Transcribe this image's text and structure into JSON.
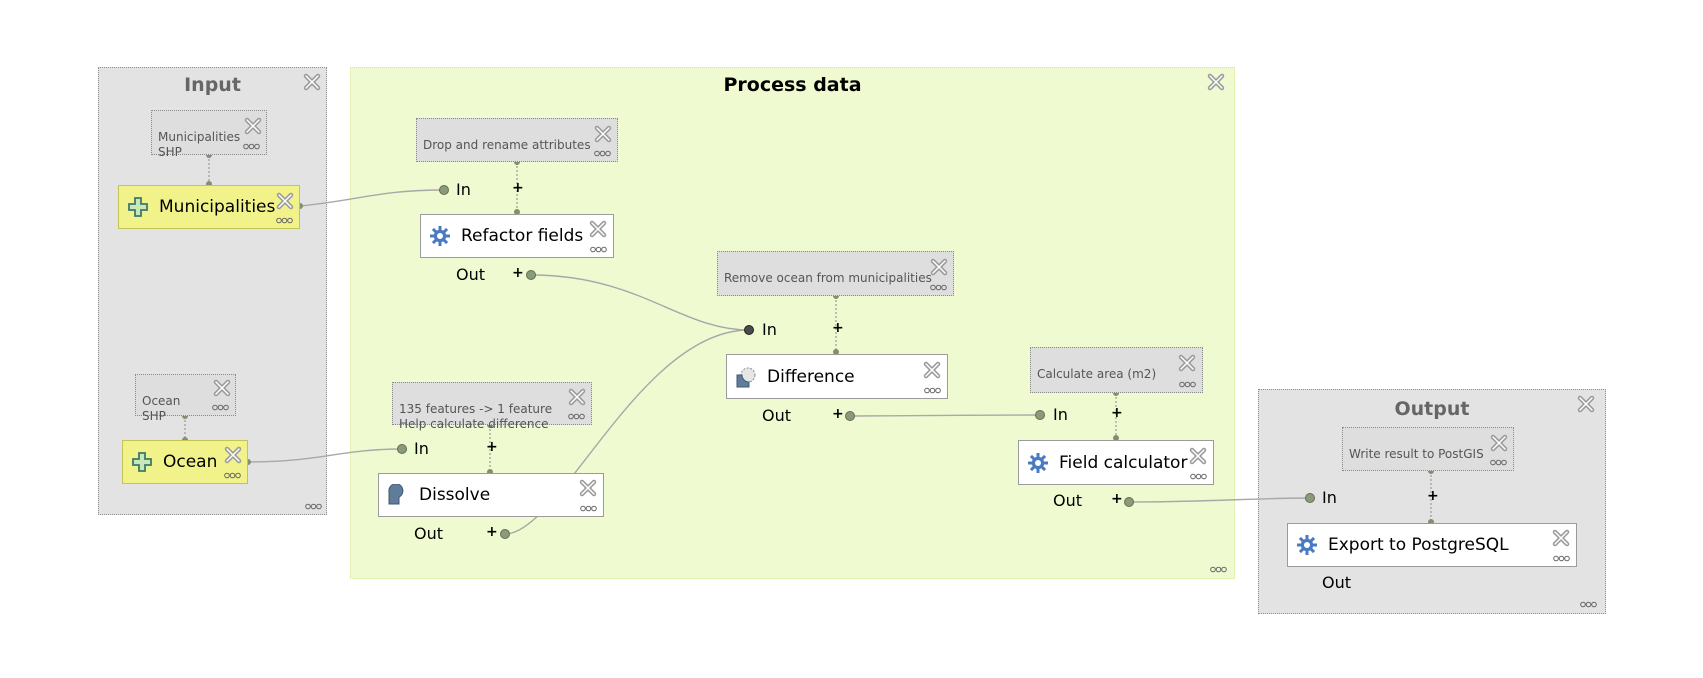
{
  "groups": {
    "input": "Input",
    "process": "Process data",
    "output": "Output"
  },
  "comments": {
    "municipalities": "Municipalities\nSHP",
    "ocean": "Ocean\nSHP",
    "drop_rename": "Drop and rename attributes",
    "dissolve_note": "135 features -> 1 feature\nHelp calculate difference",
    "remove_ocean": "Remove ocean from municipalities",
    "calc_area": "Calculate area (m2)",
    "write_postgis": "Write result to PostGIS"
  },
  "nodes": {
    "municipalities": "Municipalities",
    "ocean": "Ocean",
    "refactor": "Refactor fields",
    "dissolve": "Dissolve",
    "difference": "Difference",
    "field_calc": "Field calculator",
    "export": "Export to PostgreSQL"
  },
  "ports": {
    "in": "In",
    "out": "Out",
    "plus": "+"
  },
  "icons": {
    "input_node": "plus-cross-icon",
    "algorithm": "gear-icon",
    "dissolve": "dissolve-shape-icon",
    "difference": "difference-shape-icon",
    "remove": "close-icon",
    "more": "more-options-icon"
  },
  "colors": {
    "input_node_fill": "#f2f28a",
    "process_group_fill": "#f0fad0",
    "group_fill": "#e3e3e3",
    "gear_blue": "#4a7bc0"
  }
}
